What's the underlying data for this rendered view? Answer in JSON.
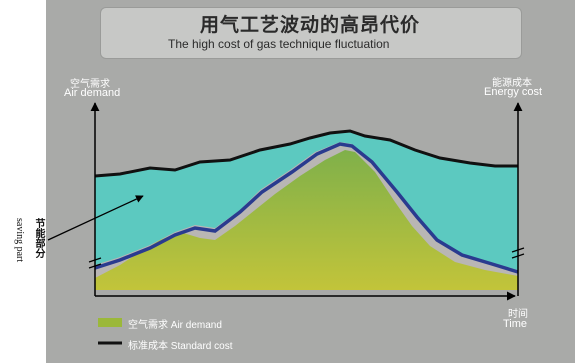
{
  "title": {
    "zh": "用气工艺波动的高昂代价",
    "en": "The high cost of gas technique fluctuation"
  },
  "axes": {
    "left": {
      "zh": "空气需求",
      "en": "Air demand"
    },
    "right": {
      "zh": "能源成本",
      "en": "Energy cost"
    },
    "x": {
      "zh": "时间",
      "en": "Time"
    }
  },
  "legend": {
    "air_demand": {
      "label": "空气需求 Air demand",
      "color": "#9bb83a"
    },
    "standard_cost": {
      "label": "标准成本 Standard cost",
      "color": "#111111"
    }
  },
  "callout": {
    "zh": "节能部分",
    "en": "saving part"
  },
  "colors": {
    "background": "#a9aaa8",
    "saving_area": "#5cc9c0",
    "air_demand_fill": "#9bb83a",
    "air_demand_line": "#2a3b8f",
    "axis": "#000000"
  }
}
